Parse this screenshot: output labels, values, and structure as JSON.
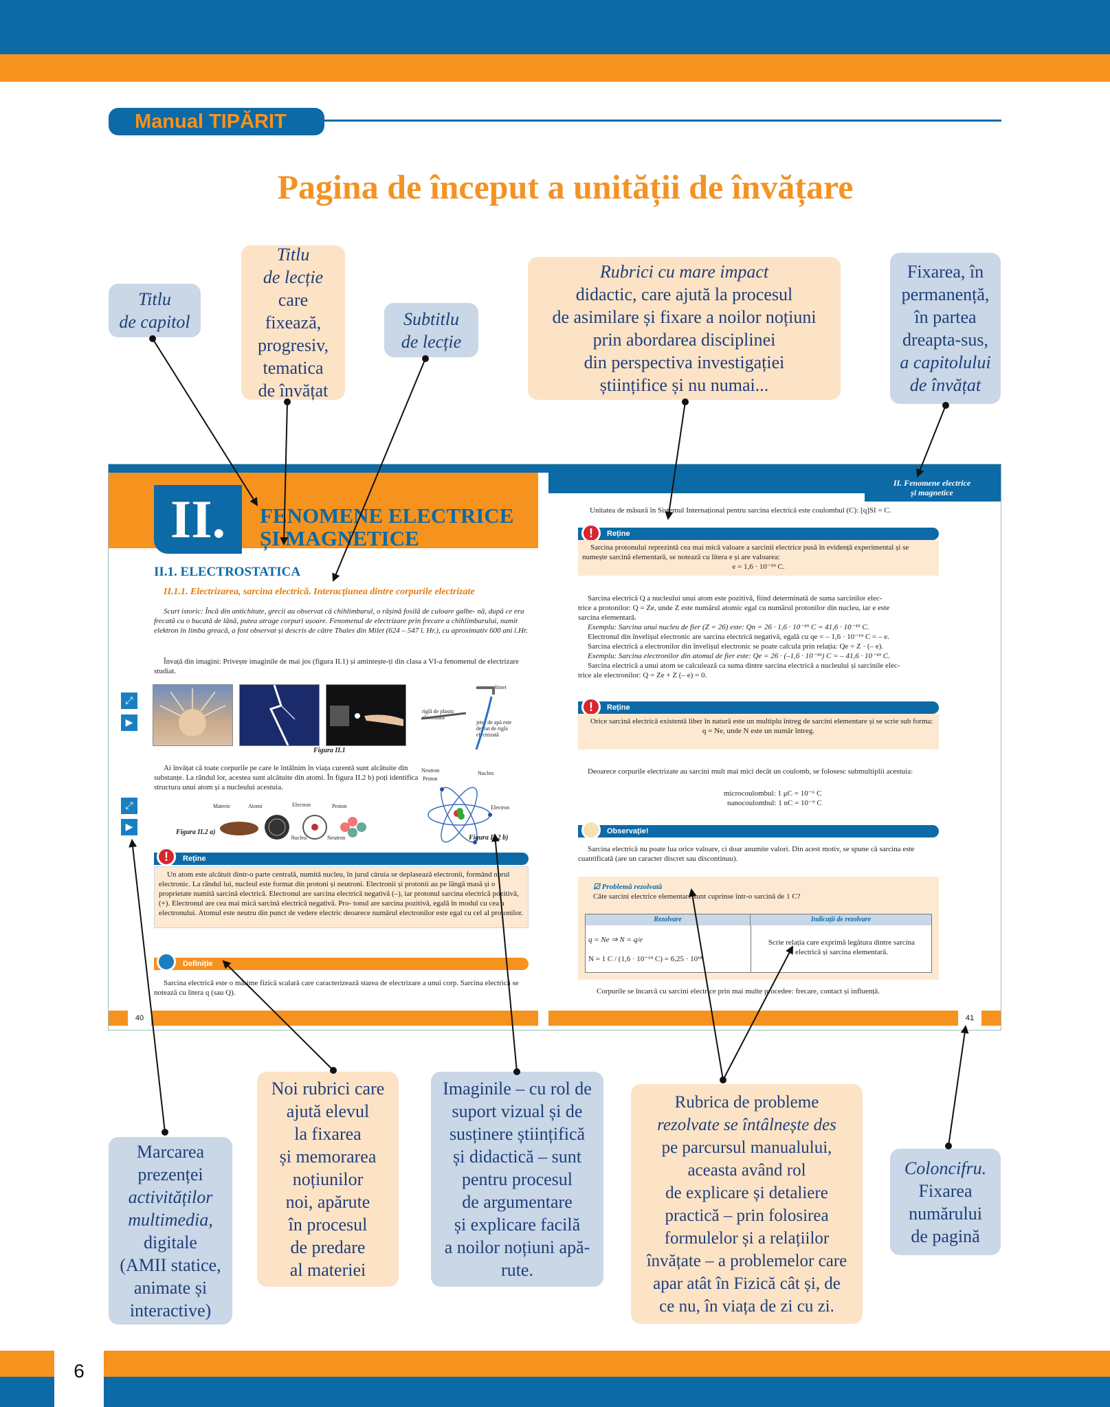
{
  "header": {
    "tag": "Manual TIPĂRIT",
    "title": "Pagina de început a unității de învățare"
  },
  "callouts_top": {
    "chapter_title": [
      "Titlu",
      "de capitol"
    ],
    "lesson_title": [
      "Titlu",
      "de lecție",
      "care fixează,",
      "progresiv,",
      "tematica",
      "de învățat"
    ],
    "lesson_subtitle": [
      "Subtitlu",
      "de lecție"
    ],
    "rubrics": [
      "Rubrici cu mare impact",
      "didactic, care ajută la procesul",
      "de asimilare și fixare a noilor noțiuni",
      "prin abordarea disciplinei",
      "din perspectiva investigației",
      "științifice și nu numai..."
    ],
    "fixation": [
      "Fixarea, în",
      "permanență,",
      "în partea",
      "dreapta-sus,",
      "a capitolului",
      "de învățat"
    ]
  },
  "callouts_bottom": {
    "multimedia": [
      "Marcarea",
      "prezenței",
      "activităților",
      "multimedia,",
      "digitale",
      "(AMII statice,",
      "animate și",
      "interactive)"
    ],
    "new_rubrics": [
      "Noi rubrici care",
      "ajută elevul",
      "la fixarea",
      "și memorarea",
      "noțiunilor",
      "noi, apărute",
      "în procesul",
      "de predare",
      "al materiei"
    ],
    "images": [
      "Imaginile – cu rol de",
      "suport vizual și de",
      "susținere științifică",
      "și didactică – sunt",
      "pentru procesul",
      "de argumentare",
      "și explicare facilă",
      "a noilor noțiuni apă-",
      "rute."
    ],
    "solved_problems": [
      "Rubrica de probleme",
      "rezolvate se întâlnește des",
      "pe parcursul manualului,",
      "aceasta având rol",
      "de explicare și detaliere",
      "practică – prin folosirea",
      "formulelor și a relațiilor",
      "învățate – a problemelor care",
      "apar atât în Fizică cât și, de",
      "ce nu, în viața de zi cu zi."
    ],
    "page_number": [
      "Coloncifru.",
      "Fixarea",
      "numărului",
      "de pagină"
    ]
  },
  "spread": {
    "roman": "II.",
    "chapter": [
      "FENOMENE ELECTRICE",
      "ȘI MAGNETICE"
    ],
    "section": "II.1. ELECTROSTATICA",
    "subsection": "II.1.1. Electrizarea, sarcina electrică. Interacțiunea dintre corpurile electrizate",
    "history": "Scurt istoric: Încă din antichitate, grecii au observat că chihlimbarul, o rășină fosilă de culoare galbe- nă, după ce era frecată cu o bucată de lână, putea atrage corpuri ușoare. Fenomenul de electrizare prin frecare a chihlimbarului, numit elektron în limba greacă, a fost observat și descris de către Thales din Milet (624 – 547 î. Hr.), cu aproximativ 600 ani î.Hr.",
    "learn_images": "Învață din imagini: Privește imaginile de mai jos (figura II.1) și amintește-ți din clasa a VI-a fenomenul de electrizare studiat.",
    "fig1_caption": "Figura II.1",
    "fig1_labels": [
      "robinet",
      "riglă de plastic electrizată",
      "jetul de apă este deviat de rigla electrizată"
    ],
    "atom_text": "Ai învățat că toate corpurile pe care le întâlnim în viața curentă sunt alcătuite din substanțe. La rândul lor, acestea sunt alcătuite din atomi. În figura II.2 b) poți identifica structura unui atom și a nucleului acestuia.",
    "fig2a_labels": [
      "Materie",
      "Atomi",
      "Electron",
      "Proton",
      "Nucleu",
      "Neutron"
    ],
    "fig2a_caption": "Figura II.2 a)",
    "fig2b_labels": [
      "Neutron",
      "Proton",
      "Nucleu",
      "Electron"
    ],
    "fig2b_caption": "Figura II.2 b)",
    "retine_label": "Reține",
    "retine1": "Un atom este alcătuit dintr-o parte centrală, numită nucleu, în jurul căruia se deplasează electronii, formând norul electronic. La rândul lui, nucleul este format din protoni și neutroni. Electronii și protonii au pe lângă masă și o proprietate numită sarcină electrică. Electronul are sarcina electrică negativă (–), iar protonul sarcina electrică pozitivă, (+). Electronul are cea mai mică sarcină electrică negativă. Pro- tonul are sarcina pozitivă, egală în modul cu cea a electronului. Atomul este neutru din punct de vedere electric deoarece numărul electronilor este egal cu cel al protonilor.",
    "definitie_label": "Definiție",
    "definitie": "Sarcina electrică este o mărime fizică scalară care caracterizează starea de electrizare a unui corp. Sarcina electrică se notează cu litera q (sau Q).",
    "page_left": "40",
    "running_head": [
      "II. Fenomene electrice",
      "și magnetice"
    ],
    "unit_line": "Unitatea de măsură în Sistemul Internațional pentru sarcina electrică este coulombul (C): [q]SI = C.",
    "retine2": "Sarcina protonului reprezintă cea mai mică valoare a sarcinii electrice pusă în evidență experimental și se numește sarcină elementară, se notează cu litera e și are valoarea:",
    "retine2_formula": "e = 1,6 · 10⁻¹⁹ C.",
    "nucleus_text": [
      "Sarcina electrică Q a nucleului unui atom este pozitivă, fiind determinată de suma sarcinilor elec-",
      "trice a protonilor: Q = Ze, unde Z este numărul atomic egal cu numărul protonilor din nucleu, iar e este",
      "sarcina elementară.",
      "Exemplu: Sarcina unui nucleu de fier (Z = 26) este: Qn = 26 · 1,6 · 10⁻¹⁹ C = 41,6 · 10⁻¹⁹ C.",
      "Electronul din învelișul electronic are sarcina electrică negativă, egală cu qe = – 1,6 · 10⁻¹⁹ C = – e.",
      "Sarcina electrică a electronilor din învelișul electronic se poate calcula prin relația: Qe = Z · (– e).",
      "Exemplu: Sarcina electronilor din atomul de fier este: Qe = 26 · (–1,6 · 10⁻¹⁹) C = – 41,6 · 10⁻¹⁹ C.",
      "Sarcina electrică a unui atom se calculează ca suma dintre sarcina electrică a nucleului și sarcinile elec-",
      "trice ale electronilor: Q = Ze + Z (– e) = 0."
    ],
    "retine3": "Orice sarcină electrică existentă liber în natură este un multiplu întreg de sarcini elementare și se scrie sub forma:",
    "retine3_formula": "q = Ne, unde N este un număr întreg.",
    "submultiples_intro": "Deoarece corpurile electrizate au sarcini mult mai mici decât un coulomb, se folosesc submultiplii acestuia:",
    "submultiples": [
      "microcoulombul: 1 μC = 10⁻⁶ C",
      "nanocoulombul: 1 nC = 10⁻⁹ C"
    ],
    "observatie_label": "Observație!",
    "observatie": "Sarcina electrică nu poate lua orice valoare, ci doar anumite valori. Din acest motiv, se spune că sarcina este cuantificată (are un caracter discret sau discontinuu).",
    "problem_title": "☑ Problemă rezolvată",
    "problem_q": "Câte sarcini electrice elementare sunt cuprinse într-o sarcină de 1 C?",
    "table_headers": [
      "Rezolvare",
      "Indicații de rezolvare"
    ],
    "solution_lines": [
      "q = Ne ⇒ N = q/e",
      "N = 1 C / (1,6 · 10⁻¹⁹ C) = 6,25 · 10¹⁸"
    ],
    "hint": "Scrie relația care exprimă legătura dintre sarcina electrică și sarcina elementară.",
    "closing": "Corpurile se încarcă cu sarcini electrice prin mai multe procedee: frecare, contact și influență.",
    "page_right": "41"
  },
  "footer": {
    "page_number": "6"
  },
  "colors": {
    "blue": "#0c6aa6",
    "orange": "#f6921e",
    "callout_blue": "#c9d7e6",
    "callout_peach": "#fde3c6"
  }
}
